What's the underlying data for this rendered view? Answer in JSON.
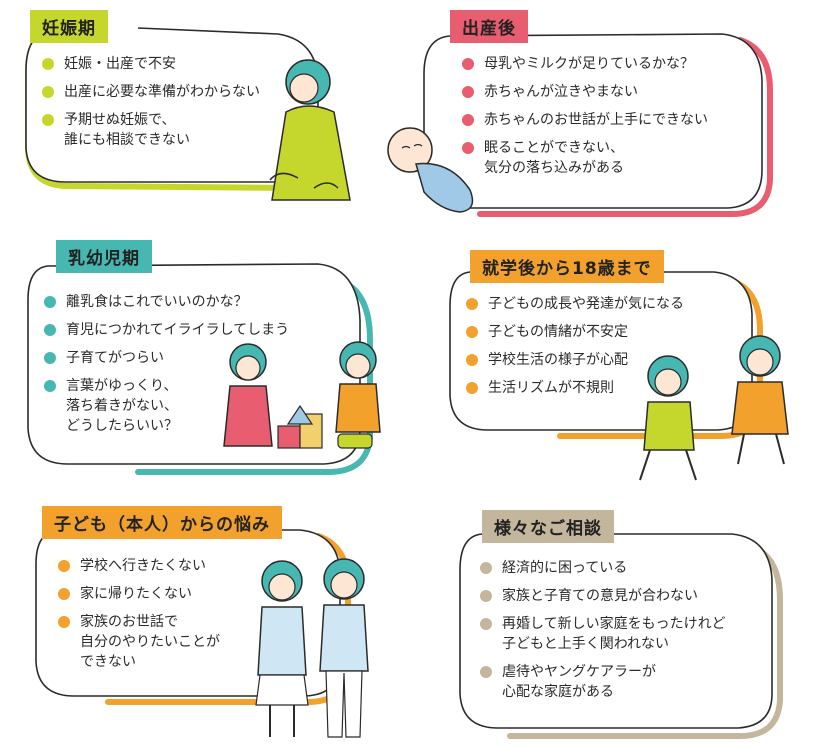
{
  "colors": {
    "lime": "#c5d72c",
    "pink": "#e85d6f",
    "teal": "#47b8b1",
    "orange": "#f2a12c",
    "taupe": "#c3b69c",
    "ink": "#2b2b2b"
  },
  "cards": {
    "pregnancy": {
      "title": "妊娠期",
      "items": [
        "妊娠・出産で不安",
        "出産に必要な準備がわからない",
        "予期せぬ妊娠で、\n誰にも相談できない"
      ]
    },
    "postpartum": {
      "title": "出産後",
      "items": [
        "母乳やミルクが足りているかな？",
        "赤ちゃんが泣きやまない",
        "赤ちゃんのお世話が上手にできない",
        "眠ることができない、\n気分の落ち込みがある"
      ]
    },
    "infancy": {
      "title": "乳幼児期",
      "items": [
        "離乳食はこれでいいのかな？",
        "育児につかれてイライラしてしまう",
        "子育てがつらい",
        "言葉がゆっくり、\n落ち着きがない、\nどうしたらいい？"
      ]
    },
    "school_age": {
      "title": "就学後から18歳まで",
      "items": [
        "子どもの成長や発達が気になる",
        "子どもの情緒が不安定",
        "学校生活の様子が心配",
        "生活リズムが不規則"
      ]
    },
    "child_self": {
      "title": "子ども（本人）からの悩み",
      "items": [
        "学校へ行きたくない",
        "家に帰りたくない",
        "家族のお世話で\n自分のやりたいことが\nできない"
      ]
    },
    "various": {
      "title": "様々なご相談",
      "items": [
        "経済的に困っている",
        "家族と子育ての意見が合わない",
        "再婚して新しい家庭をもったけれど\n子どもと上手く関われない",
        "虐待やヤングケアラーが\n心配な家庭がある"
      ]
    }
  }
}
